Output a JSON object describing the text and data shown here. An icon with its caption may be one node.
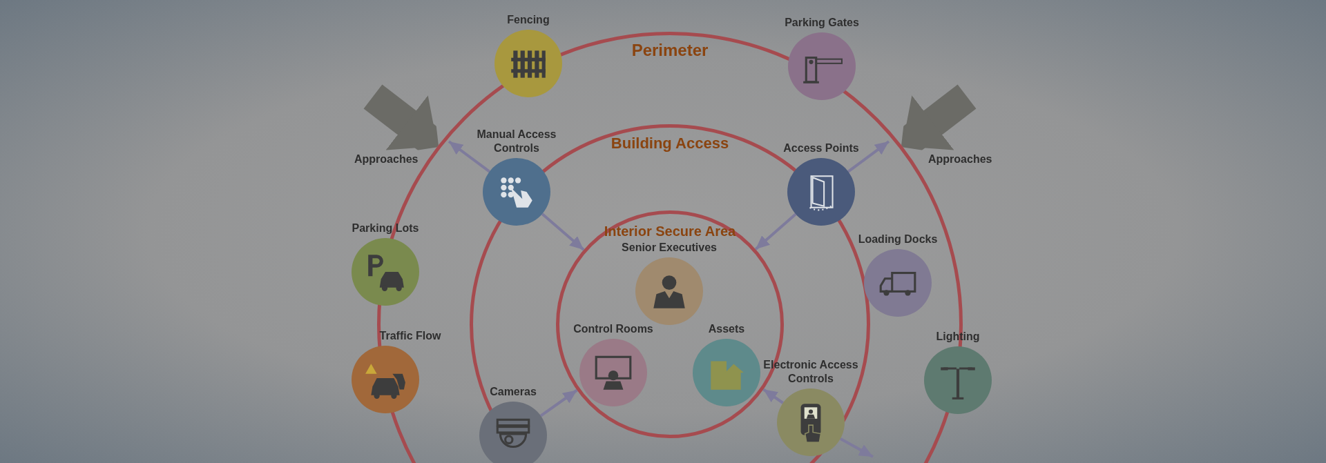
{
  "diagram": {
    "nodes": [
      {
        "text": [
          "Perimeter"
        ]
      },
      {
        "text": [
          "Fencing"
        ],
        "in": 0
      },
      {
        "text": [
          "Parking Gates"
        ],
        "in": 0
      },
      {
        "text": [
          "Building Access"
        ],
        "in": 0
      },
      {
        "text": [
          "Manual Access Controls"
        ],
        "in": 3
      },
      {
        "text": [
          "Access Points"
        ],
        "in": 3
      },
      {
        "text": [
          "Parking Lots"
        ],
        "in": 0
      },
      {
        "text": [
          "Loading Docks"
        ],
        "in": 0
      },
      {
        "text": [
          "Interior Secure Area"
        ],
        "in": 3
      },
      {
        "text": [
          "Senior Executives"
        ],
        "in": 8
      },
      {
        "text": [
          "Control Rooms"
        ],
        "in": 8
      },
      {
        "text": [
          "Assets"
        ],
        "in": 8
      },
      {
        "text": [
          "Traffic Flow"
        ],
        "in": 0
      },
      {
        "text": [
          "Lighting"
        ],
        "in": 0
      },
      {
        "text": [
          "Cameras"
        ],
        "in": 3
      },
      {
        "text": [
          "Electronic Access Controls"
        ],
        "in": 3
      }
    ],
    "edges": [
      {
        "from": null,
        "to": 0,
        "arrow": "to",
        "style": "thick",
        "color": "#6b6b66"
      },
      {
        "from": null,
        "to": 0,
        "arrow": "to",
        "style": "thick",
        "color": "#6b6b66"
      },
      {
        "from": 4,
        "to": null,
        "arrow": "to"
      },
      {
        "from": 4,
        "to": 8,
        "arrow": "to"
      },
      {
        "from": 5,
        "to": null,
        "arrow": "to"
      },
      {
        "from": 5,
        "to": 8,
        "arrow": "to"
      },
      {
        "from": 14,
        "to": 8,
        "arrow": "to"
      },
      {
        "from": 15,
        "to": 8,
        "arrow": "to"
      },
      {
        "from": 15,
        "to": null,
        "arrow": "to"
      }
    ],
    "labels": [
      "Approaches",
      "Approaches"
    ]
  }
}
